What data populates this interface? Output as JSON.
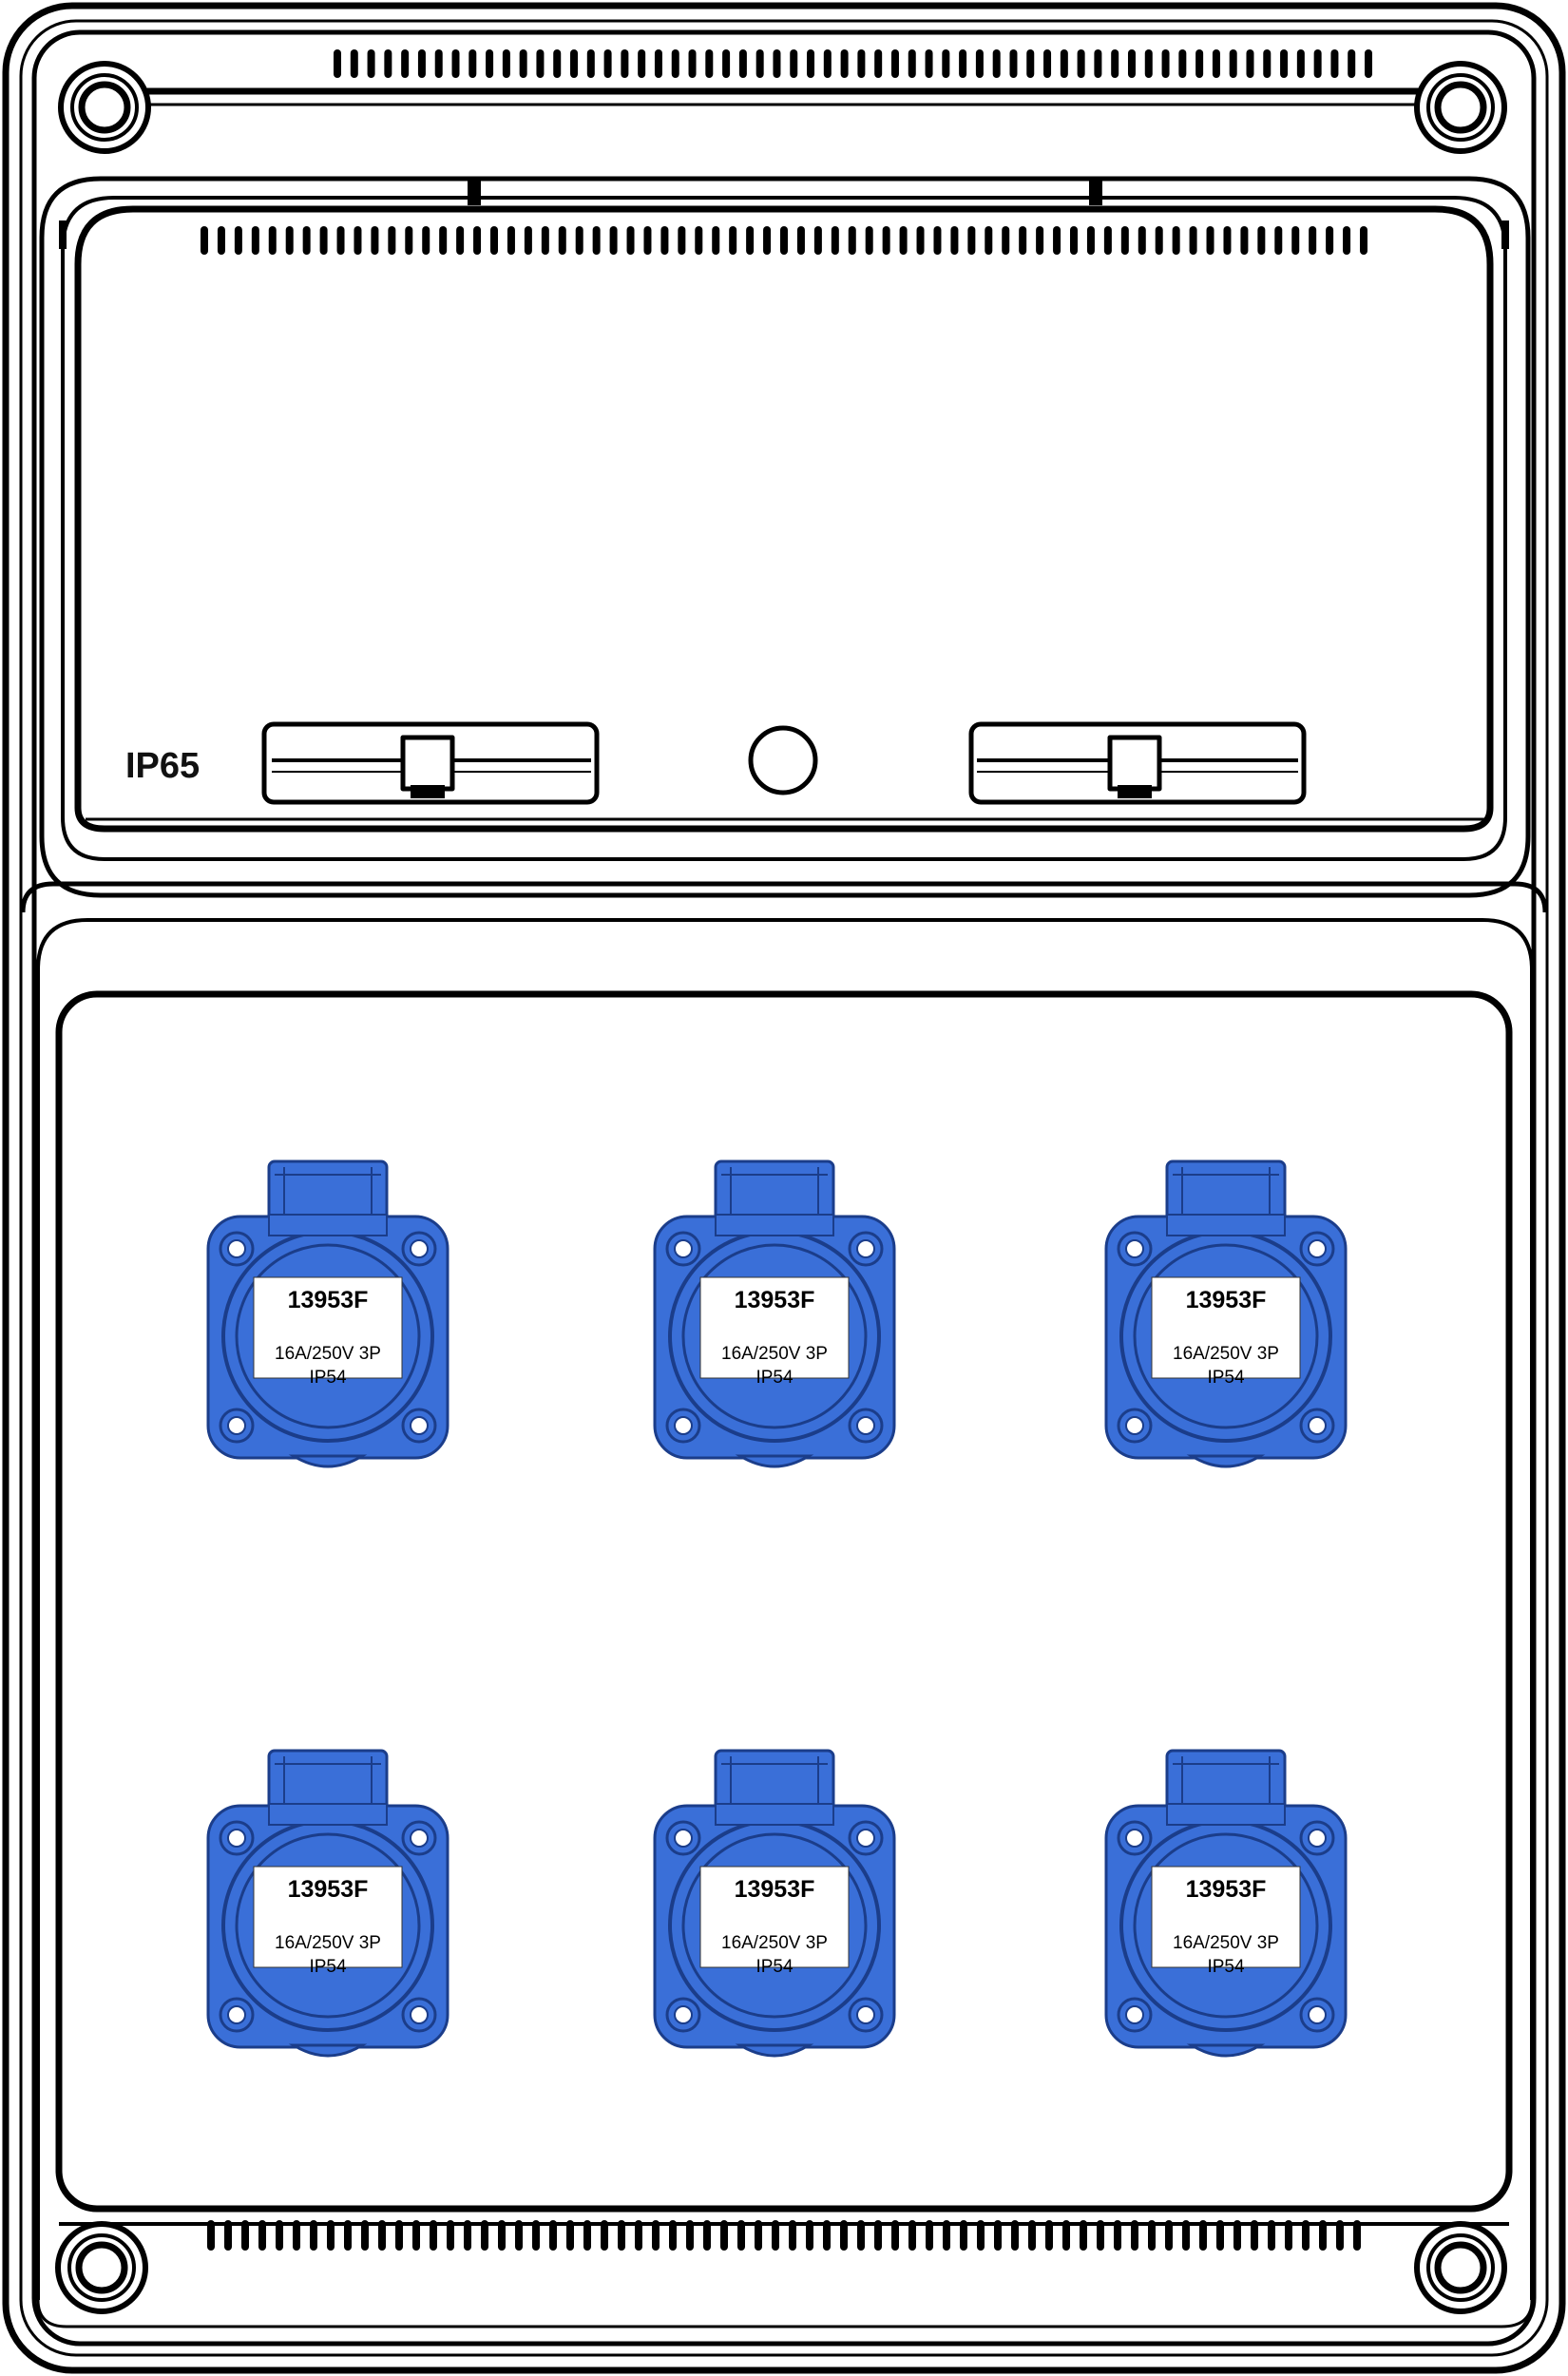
{
  "enclosure": {
    "rating_label": "IP65",
    "body_color": "#ffffff",
    "outline_color": "#000000"
  },
  "sockets": [
    {
      "code": "13953F",
      "spec_line1": "16A/250V 3P",
      "spec_line2": "IP54"
    },
    {
      "code": "13953F",
      "spec_line1": "16A/250V 3P",
      "spec_line2": "IP54"
    },
    {
      "code": "13953F",
      "spec_line1": "16A/250V 3P",
      "spec_line2": "IP54"
    },
    {
      "code": "13953F",
      "spec_line1": "16A/250V 3P",
      "spec_line2": "IP54"
    },
    {
      "code": "13953F",
      "spec_line1": "16A/250V 3P",
      "spec_line2": "IP54"
    },
    {
      "code": "13953F",
      "spec_line1": "16A/250V 3P",
      "spec_line2": "IP54"
    }
  ],
  "socket_style": {
    "body_color": "#3a6fd8",
    "dark_color": "#1b3d8a",
    "label_color": "#ffffff"
  }
}
